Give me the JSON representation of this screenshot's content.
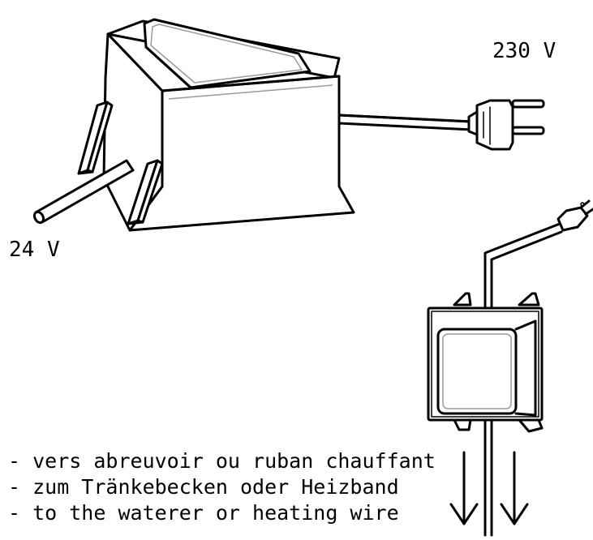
{
  "labels": {
    "mains_voltage": "230 V",
    "output_voltage": "24 V"
  },
  "caption": {
    "line_fr": "- vers abreuvoir ou ruban chauffant",
    "line_de": "- zum Tränkebecken oder Heizband",
    "line_en": "- to the waterer or heating wire"
  }
}
